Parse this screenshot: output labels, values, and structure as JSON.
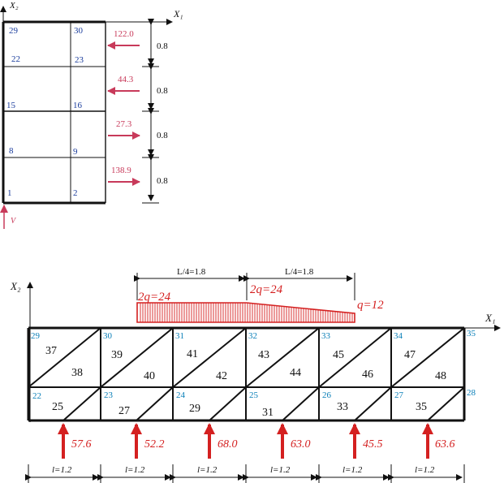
{
  "top": {
    "axis_x": "X₁",
    "axis_y": "X₂",
    "nodes": [
      "29",
      "30",
      "22",
      "23",
      "15",
      "16",
      "8",
      "9",
      "1",
      "2"
    ],
    "forces": [
      "122.0",
      "44.3",
      "27.3",
      "138.9"
    ],
    "dims": [
      "0.8",
      "0.8",
      "0.8",
      "0.8"
    ],
    "support_label": "V"
  },
  "bottom": {
    "axis_x": "X₁",
    "axis_y": "X₂",
    "top_dims": [
      "L/4=1.8",
      "L/4=1.8"
    ],
    "load_left": "2q=24",
    "load_mid": "2q=24",
    "load_right": "q=12",
    "nodes_top": [
      "29",
      "30",
      "31",
      "32",
      "33",
      "34",
      "35"
    ],
    "nodes_mid": [
      "22",
      "23",
      "24",
      "25",
      "26",
      "27",
      "28"
    ],
    "elements_upper": [
      [
        "37",
        "38"
      ],
      [
        "39",
        "40"
      ],
      [
        "41",
        "42"
      ],
      [
        "43",
        "44"
      ],
      [
        "45",
        "46"
      ],
      [
        "47",
        "48"
      ]
    ],
    "elements_lower": [
      "25",
      "27",
      "29",
      "31",
      "33",
      "35"
    ],
    "reactions": [
      "57.6",
      "52.2",
      "68.0",
      "63.0",
      "45.5",
      "63.6"
    ],
    "spans": [
      "l=1.2",
      "l=1.2",
      "l=1.2",
      "l=1.2",
      "l=1.2",
      "l=1.2"
    ]
  },
  "colors": {
    "force": "#c83a5a",
    "load": "#d42020",
    "node_top": "#1a3c9c",
    "node_bottom": "#0a7fb8"
  }
}
